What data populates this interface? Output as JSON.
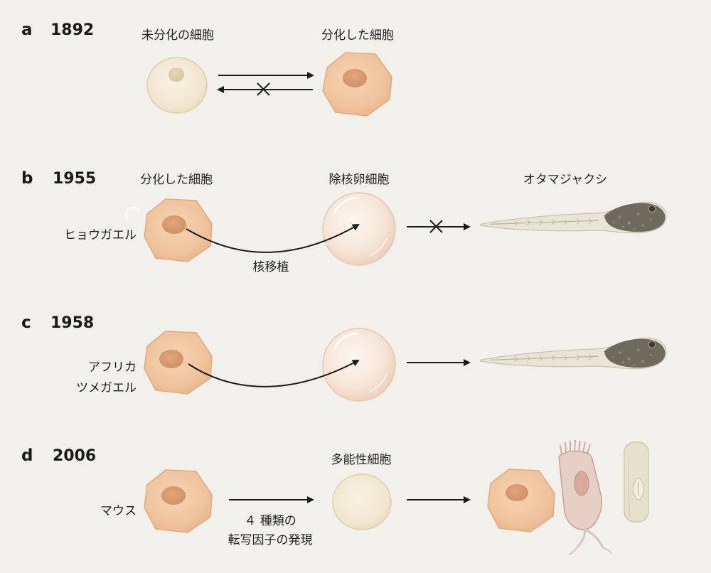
{
  "panels": [
    {
      "letter": "a",
      "year": "1892",
      "labels": {
        "left": "未分化の細胞",
        "right": "分化した細胞"
      }
    },
    {
      "letter": "b",
      "year": "1955",
      "labels": {
        "left": "分化した細胞",
        "middle": "除核卵細胞",
        "right": "オタマジャクシ",
        "species": "ヒョウガエル",
        "process": "核移植"
      }
    },
    {
      "letter": "c",
      "year": "1958",
      "labels": {
        "species_line1": "アフリカ",
        "species_line2": "ツメガエル"
      }
    },
    {
      "letter": "d",
      "year": "2006",
      "labels": {
        "middle": "多能性細胞",
        "species": "マウス",
        "process_line1": "４ 種類の",
        "process_line2": "転写因子の発現"
      }
    }
  ],
  "colors": {
    "background": "#f2f0ea",
    "differentiated_cell": "#f0c6a0",
    "undifferentiated_cell": "#f3ead6",
    "egg_cell": "#f7e6d8",
    "tadpole_body": "#e9e5d6",
    "tadpole_head": "#6f6a5e",
    "neuron_cell": "#e6cfc4",
    "muscle_cell": "#e6e1cc",
    "arrow": "#1c1c1c"
  }
}
